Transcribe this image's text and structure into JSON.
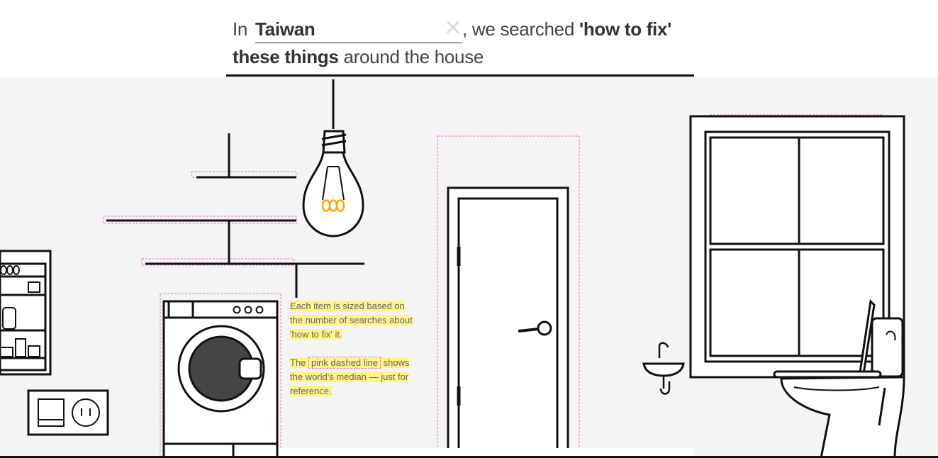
{
  "header": {
    "prefix": "In",
    "country": "Taiwan",
    "clear_icon": "close-icon",
    "middle": ", we searched",
    "bold_phrase": "'how to fix'",
    "bold_phrase2": "these things",
    "suffix": "around the house"
  },
  "note": {
    "line1": "Each item is sized based on the number of searches about 'how to fix' it.",
    "line2_prefix": "The",
    "line2_dashed": "pink dashed line",
    "line2_suffix": "shows the world's median — just for reference."
  },
  "colors": {
    "background": "#f4f4f4",
    "highlight": "#fff48a",
    "median_line": "#f06bd0",
    "filament": "#f5a800"
  }
}
